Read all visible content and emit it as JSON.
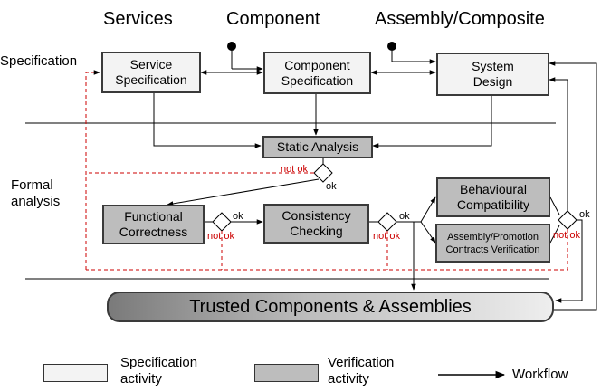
{
  "columns": {
    "services": "Services",
    "component": "Component",
    "assembly": "Assembly/Composite"
  },
  "rows": {
    "specification": "Specification",
    "formal_analysis_1": "Formal",
    "formal_analysis_2": "analysis"
  },
  "boxes": {
    "service_spec": [
      "Service",
      "Specification"
    ],
    "component_spec": [
      "Component",
      "Specification"
    ],
    "system_design": [
      "System",
      "Design"
    ],
    "static_analysis": "Static Analysis",
    "functional_correctness": [
      "Functional",
      "Correctness"
    ],
    "consistency_checking": [
      "Consistency",
      "Checking"
    ],
    "behavioural_compatibility": [
      "Behavioural",
      "Compatibility"
    ],
    "assembly_contracts": [
      "Assembly/Promotion",
      "Contracts Verification"
    ]
  },
  "decisions": {
    "ok": "ok",
    "not_ok": "not ok"
  },
  "trusted": "Trusted Components & Assemblies",
  "legend": {
    "spec_activity": [
      "Specification",
      "activity"
    ],
    "verif_activity": [
      "Verification",
      "activity"
    ],
    "workflow": "Workflow"
  },
  "colors": {
    "spec_fill": "#f3f3f3",
    "verif_fill": "#bdbdbd",
    "failure_path": "#cc0000",
    "workflow": "#000000"
  }
}
